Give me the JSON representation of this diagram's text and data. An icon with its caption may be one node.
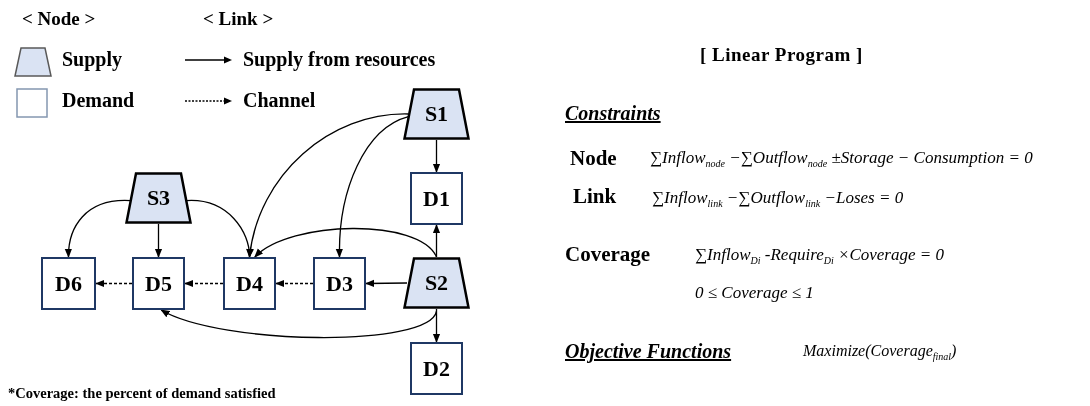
{
  "diagram": {
    "nodes": [
      {
        "text": [
          "S1"
        ]
      },
      {
        "text": [
          "D1"
        ]
      },
      {
        "text": [
          "S3"
        ]
      },
      {
        "text": [
          "D6"
        ]
      },
      {
        "text": [
          "D5"
        ]
      },
      {
        "text": [
          "D4"
        ]
      },
      {
        "text": [
          "D3"
        ]
      },
      {
        "text": [
          "S2"
        ]
      },
      {
        "text": [
          "D2"
        ]
      }
    ],
    "edges": [
      {
        "from": 0,
        "to": 1,
        "arrow": "to"
      },
      {
        "from": 0,
        "to": 5,
        "arrow": "to"
      },
      {
        "from": 0,
        "to": 6,
        "arrow": "to"
      },
      {
        "from": 2,
        "to": 3,
        "arrow": "to"
      },
      {
        "from": 2,
        "to": 4,
        "arrow": "to"
      },
      {
        "from": 2,
        "to": 5,
        "arrow": "to"
      },
      {
        "from": 7,
        "to": 1,
        "arrow": "to"
      },
      {
        "from": 7,
        "to": 5,
        "arrow": "to"
      },
      {
        "from": 7,
        "to": 6,
        "arrow": "to"
      },
      {
        "from": 7,
        "to": 8,
        "arrow": "to"
      },
      {
        "from": 7,
        "to": 4,
        "arrow": "to"
      },
      {
        "from": 6,
        "to": 5,
        "arrow": "to",
        "style": "dashed"
      },
      {
        "from": 5,
        "to": 4,
        "arrow": "to",
        "style": "dashed"
      },
      {
        "from": 4,
        "to": 3,
        "arrow": "to",
        "style": "dashed"
      }
    ],
    "labels": [
      "< Node >",
      "< Link >",
      "[ Linear Program ]",
      "Constraints",
      "Node",
      "∑Inflow$_{node}$ −∑Outflow$_{node}$ ±Storage − Consumption = 0",
      "Link",
      "∑Inflow$_{link}$ −∑Outflow$_{link}$ −Loses = 0",
      "Coverage",
      "∑Inflow$_{Di}$ -Require$_{Di}$ ×Coverage = 0",
      "0 ≤ Coverage ≤ 1",
      "Objective Functions",
      "Maximize(Coverage$_{final}$)",
      "*Coverage: the percent of demand satisfied"
    ],
    "legend": [
      {
        "text": "Supply"
      },
      {
        "text": "Demand"
      },
      {
        "text": "Supply from resources"
      },
      {
        "text": "Channel"
      }
    ]
  }
}
